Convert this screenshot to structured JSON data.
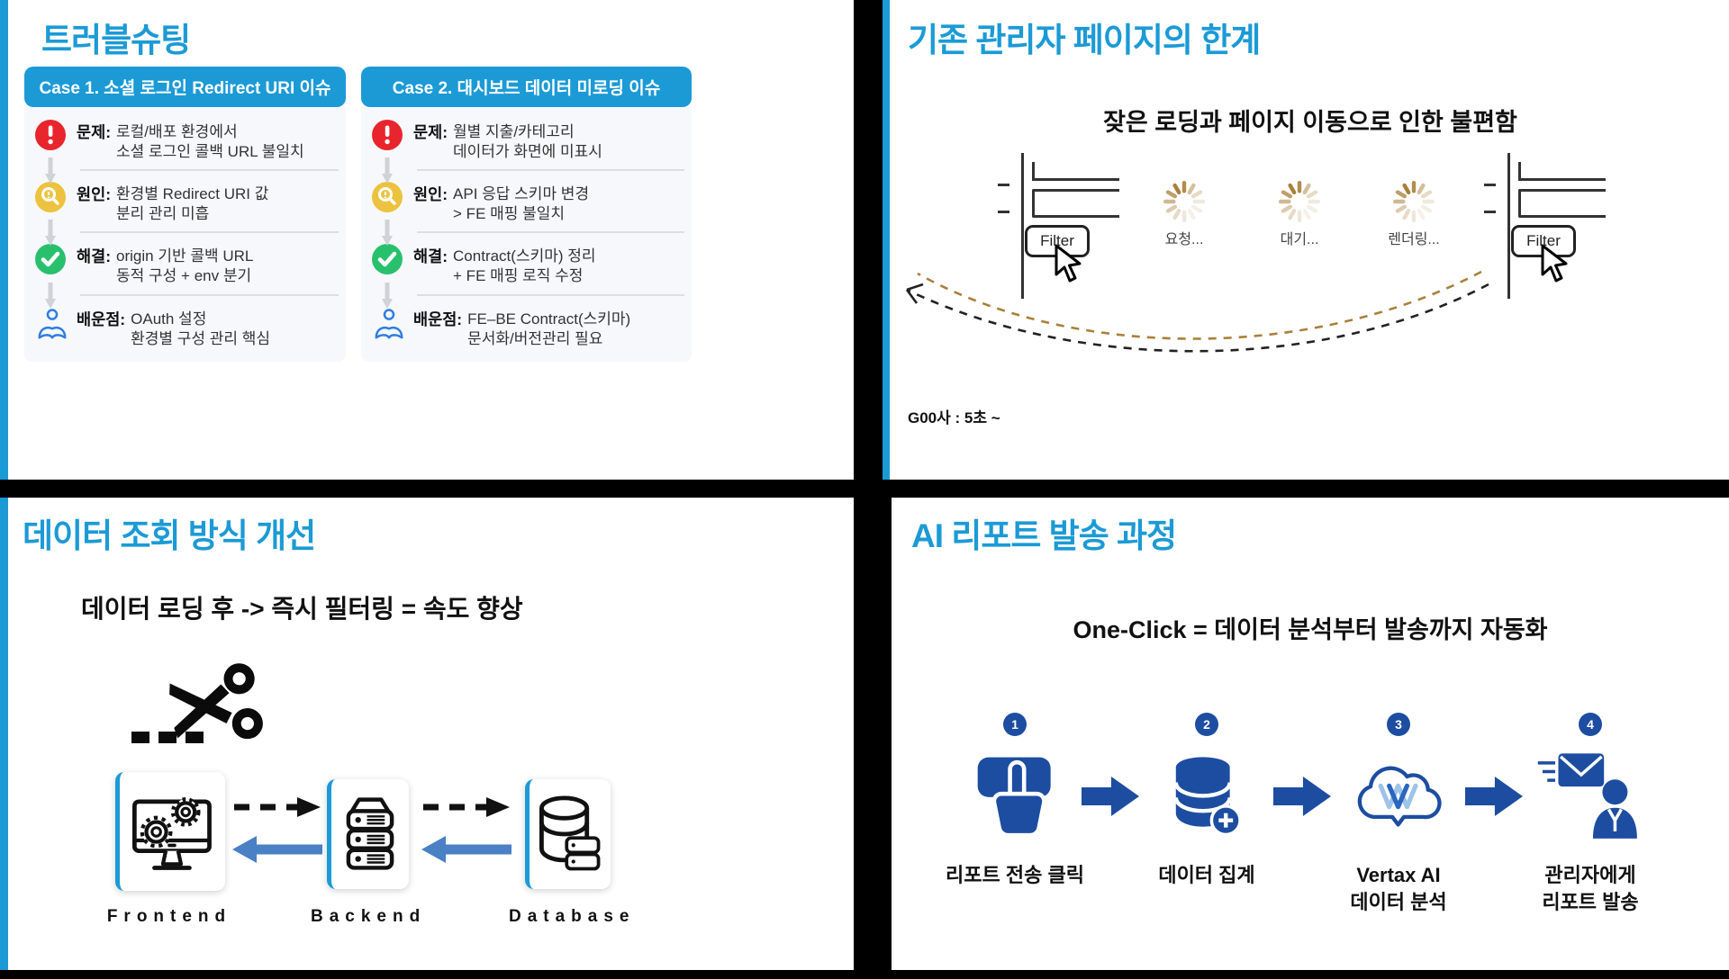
{
  "colors": {
    "accent": "#1b9ad6",
    "deep": "#1d4da1",
    "red": "#e8252d",
    "yellow": "#ecc23e",
    "green": "#29c06d",
    "gold": "#a9803a",
    "arrowblue": "#4a80c4"
  },
  "troubleshooting": {
    "title": "트러블슈팅",
    "cases": [
      {
        "header": "Case 1. 소셜 로그인 Redirect URI 이슈",
        "rows": [
          {
            "label": "문제:",
            "line1": "로컬/배포 환경에서",
            "line2": "소셜 로그인 콜백 URL 불일치"
          },
          {
            "label": "원인:",
            "line1": "환경별 Redirect URI 값",
            "line2": "분리 관리 미흡"
          },
          {
            "label": "해결:",
            "line1": "origin 기반 콜백 URL",
            "line2": "동적 구성 + env 분기"
          },
          {
            "label": "배운점:",
            "line1": "OAuth 설정",
            "line2": "환경별 구성 관리 핵심"
          }
        ]
      },
      {
        "header": "Case 2. 대시보드 데이터 미로딩 이슈",
        "rows": [
          {
            "label": "문제:",
            "line1": "월별 지출/카테고리",
            "line2": "데이터가 화면에 미표시"
          },
          {
            "label": "원인:",
            "line1": "API 응답 스키마 변경",
            "line2": "> FE 매핑 불일치"
          },
          {
            "label": "해결:",
            "line1": "Contract(스키마) 정리",
            "line2": "+ FE 매핑 로직 수정"
          },
          {
            "label": "배운점:",
            "line1": "FE–BE Contract(스키마)",
            "line2": "문서화/버전관리 필요"
          }
        ]
      }
    ]
  },
  "admin_limits": {
    "title": "기존 관리자 페이지의 한계",
    "subtitle": "잦은 로딩과 페이지 이동으로 인한 불편함",
    "filter_label": "Filter",
    "spinners": [
      "요청...",
      "대기...",
      "렌더링..."
    ],
    "caption": "G00사 : 5초 ~"
  },
  "data_query": {
    "title": "데이터 조회 방식 개선",
    "subtitle": "데이터 로딩 후 -> 즉시 필터링 = 속도 향상",
    "nodes": [
      "Frontend",
      "Backend",
      "Database"
    ]
  },
  "ai_report": {
    "title": "AI 리포트 발송 과정",
    "subtitle": "One-Click = 데이터 분석부터 발송까지 자동화",
    "steps": [
      {
        "num": "1",
        "label1": "리포트 전송 클릭",
        "label2": ""
      },
      {
        "num": "2",
        "label1": "데이터 집계",
        "label2": ""
      },
      {
        "num": "3",
        "label1": "Vertax AI",
        "label2": "데이터 분석"
      },
      {
        "num": "4",
        "label1": "관리자에게",
        "label2": "리포트 발송"
      }
    ]
  }
}
